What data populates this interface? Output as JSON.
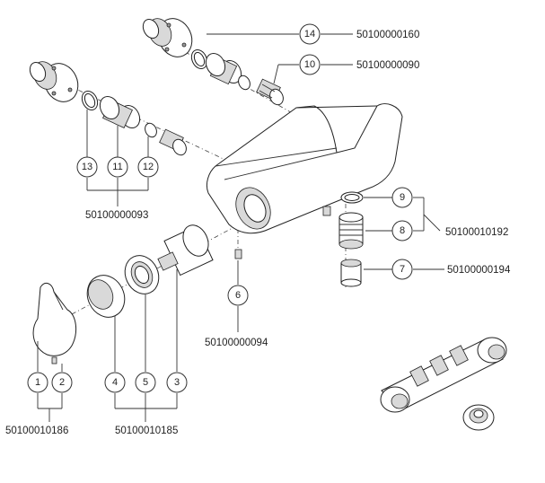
{
  "callouts": [
    {
      "num": "1"
    },
    {
      "num": "2"
    },
    {
      "num": "3"
    },
    {
      "num": "4"
    },
    {
      "num": "5"
    },
    {
      "num": "6"
    },
    {
      "num": "7"
    },
    {
      "num": "8"
    },
    {
      "num": "9"
    },
    {
      "num": "10"
    },
    {
      "num": "11"
    },
    {
      "num": "12"
    },
    {
      "num": "13"
    },
    {
      "num": "14"
    }
  ],
  "part_codes": {
    "p14": "50100000160",
    "p10": "50100000090",
    "g11_12_13": "50100000093",
    "g8_9": "50100010192",
    "p7": "50100000194",
    "p6": "50100000094",
    "g1_2": "50100010186",
    "g3_4_5": "50100010185"
  }
}
